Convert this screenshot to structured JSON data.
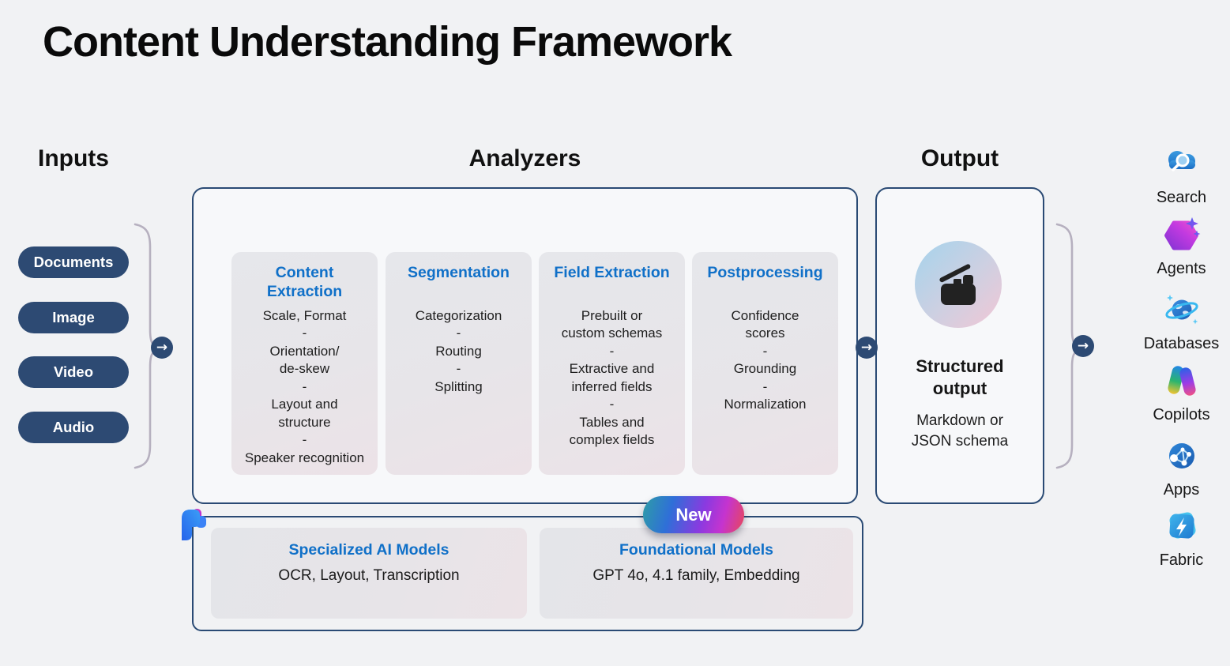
{
  "title": "Content Understanding Framework",
  "sections": {
    "inputs": "Inputs",
    "analyzers": "Analyzers",
    "output": "Output"
  },
  "glyphs": {
    "arrow": "→",
    "separator": "-"
  },
  "colors": {
    "navy": "#2d4a73",
    "header_blue": "#1070c8",
    "page_bg": "#f1f2f4",
    "badge_gradient": [
      "#2e9da6",
      "#2f6fd8",
      "#8a3ae0",
      "#e84858"
    ],
    "output_circle_gradient": [
      "#a5d3ec",
      "#f2c7d5"
    ]
  },
  "inputs": {
    "items": [
      "Documents",
      "Image",
      "Video",
      "Audio"
    ]
  },
  "analyzers": {
    "cards": [
      {
        "title": "Content Extraction",
        "items": [
          "Scale, Format",
          "Orientation/\nde-skew",
          "Layout and\nstructure",
          "Speaker recognition"
        ]
      },
      {
        "title": "Segmentation",
        "items": [
          "Categorization",
          "Routing",
          "Splitting"
        ]
      },
      {
        "title": "Field Extraction",
        "items": [
          "Prebuilt or\ncustom schemas",
          "Extractive and\ninferred fields",
          "Tables and\ncomplex fields"
        ]
      },
      {
        "title": "Postprocessing",
        "items": [
          "Confidence\nscores",
          "Grounding",
          "Normalization"
        ]
      }
    ]
  },
  "models": {
    "badge": "New",
    "logo_icon": "azure-ai-foundry-logo",
    "cards": [
      {
        "title": "Specialized AI Models",
        "body": "OCR, Layout, Transcription"
      },
      {
        "title": "Foundational Models",
        "body": "GPT 4o, 4.1 family, Embedding"
      }
    ]
  },
  "output": {
    "icon": "scanner-briefcase-icon",
    "title": "Structured\noutput",
    "subtitle": "Markdown or\nJSON schema"
  },
  "destinations": [
    {
      "label": "Search",
      "icon": "cloud-search-icon"
    },
    {
      "label": "Agents",
      "icon": "agents-hexagon-sparkle-icon"
    },
    {
      "label": "Databases",
      "icon": "planet-ring-icon"
    },
    {
      "label": "Copilots",
      "icon": "copilot-ribbon-icon"
    },
    {
      "label": "Apps",
      "icon": "network-globe-icon"
    },
    {
      "label": "Fabric",
      "icon": "fabric-lightning-icon"
    }
  ]
}
